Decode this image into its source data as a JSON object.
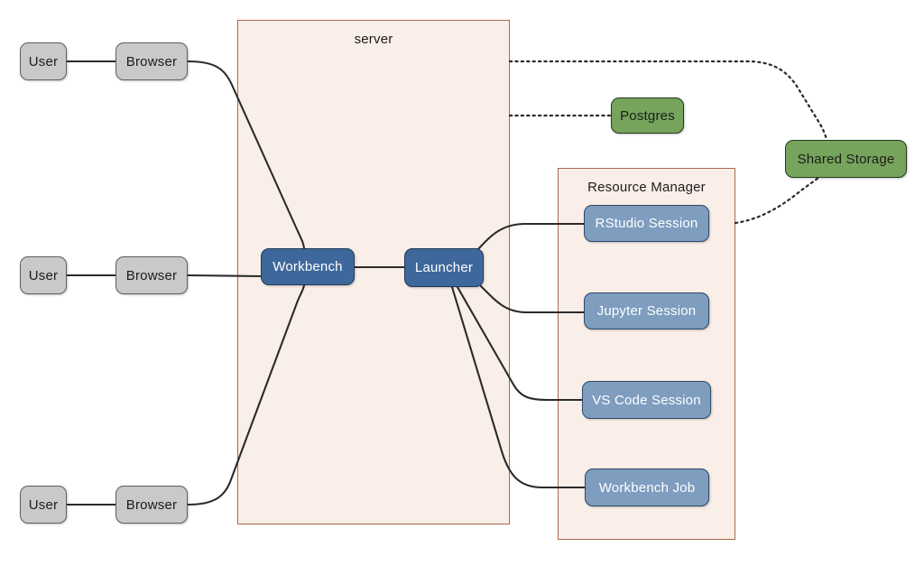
{
  "diagram": {
    "containers": {
      "server": {
        "label": "server"
      },
      "resource_manager": {
        "label": "Resource Manager"
      }
    },
    "nodes": {
      "user1": {
        "label": "User"
      },
      "browser1": {
        "label": "Browser"
      },
      "user2": {
        "label": "User"
      },
      "browser2": {
        "label": "Browser"
      },
      "user3": {
        "label": "User"
      },
      "browser3": {
        "label": "Browser"
      },
      "workbench": {
        "label": "Workbench"
      },
      "launcher": {
        "label": "Launcher"
      },
      "postgres": {
        "label": "Postgres"
      },
      "shared_storage": {
        "label": "Shared Storage"
      },
      "rstudio_session": {
        "label": "RStudio Session"
      },
      "jupyter_session": {
        "label": "Jupyter Session"
      },
      "vscode_session": {
        "label": "VS Code Session"
      },
      "workbench_job": {
        "label": "Workbench Job"
      }
    },
    "edges": [
      {
        "from": "user1",
        "to": "browser1",
        "style": "solid"
      },
      {
        "from": "user2",
        "to": "browser2",
        "style": "solid"
      },
      {
        "from": "user3",
        "to": "browser3",
        "style": "solid"
      },
      {
        "from": "browser1",
        "to": "workbench",
        "style": "solid"
      },
      {
        "from": "browser2",
        "to": "workbench",
        "style": "solid"
      },
      {
        "from": "browser3",
        "to": "workbench",
        "style": "solid"
      },
      {
        "from": "workbench",
        "to": "launcher",
        "style": "solid"
      },
      {
        "from": "launcher",
        "to": "rstudio_session",
        "style": "solid"
      },
      {
        "from": "launcher",
        "to": "jupyter_session",
        "style": "solid"
      },
      {
        "from": "launcher",
        "to": "vscode_session",
        "style": "solid"
      },
      {
        "from": "launcher",
        "to": "workbench_job",
        "style": "solid"
      },
      {
        "from": "server",
        "to": "shared_storage",
        "style": "dotted"
      },
      {
        "from": "server",
        "to": "postgres",
        "style": "dotted"
      },
      {
        "from": "resource_manager",
        "to": "shared_storage",
        "style": "dotted"
      }
    ],
    "colors": {
      "gray_fill": "#c9c9c9",
      "gray_border": "#5f5f5f",
      "pink_fill": "#faeee8",
      "pink_border": "#a96a4c",
      "dark_blue_fill": "#3e689b",
      "dark_blue_border": "#1f3a57",
      "light_blue_fill": "#7e9dbf",
      "light_blue_border": "#2d4a68",
      "green_fill": "#76a45c",
      "green_border": "#223a1a",
      "line": "#2b2b2b",
      "text_dark": "#1c1c1c",
      "text_light": "#ffffff",
      "canvas_bg": "#ffffff"
    }
  }
}
